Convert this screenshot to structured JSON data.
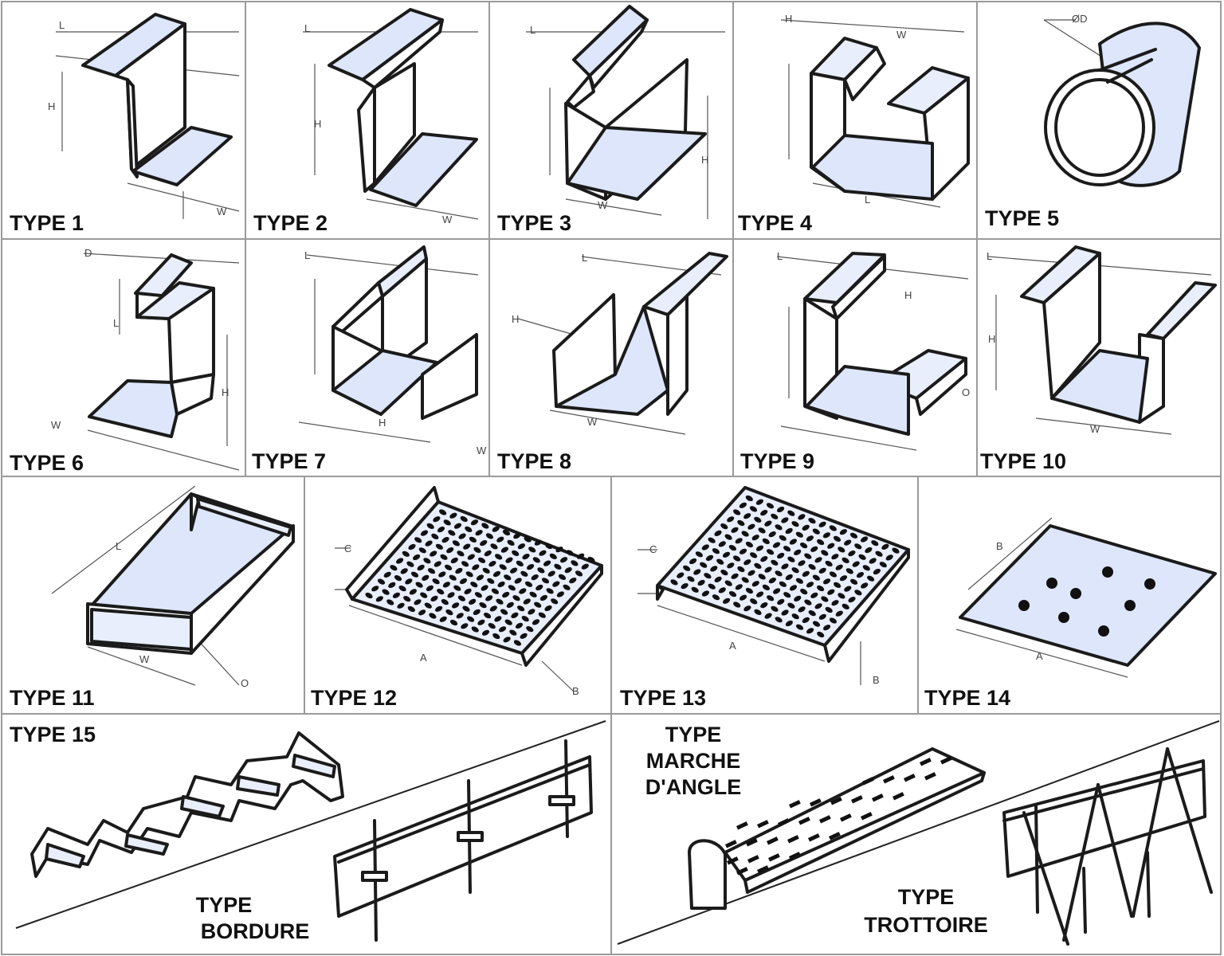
{
  "types": [
    {
      "id": "type-1",
      "label": "TYPE 1"
    },
    {
      "id": "type-2",
      "label": "TYPE 2"
    },
    {
      "id": "type-3",
      "label": "TYPE 3"
    },
    {
      "id": "type-4",
      "label": "TYPE 4"
    },
    {
      "id": "type-5",
      "label": "TYPE 5"
    },
    {
      "id": "type-6",
      "label": "TYPE 6"
    },
    {
      "id": "type-7",
      "label": "TYPE 7"
    },
    {
      "id": "type-8",
      "label": "TYPE 8"
    },
    {
      "id": "type-9",
      "label": "TYPE 9"
    },
    {
      "id": "type-10",
      "label": "TYPE 10"
    },
    {
      "id": "type-11",
      "label": "TYPE 11"
    },
    {
      "id": "type-12",
      "label": "TYPE 12"
    },
    {
      "id": "type-13",
      "label": "TYPE 13"
    },
    {
      "id": "type-14",
      "label": "TYPE 14"
    },
    {
      "id": "type-15",
      "label": "TYPE 15"
    }
  ],
  "special": {
    "bordure": [
      "TYPE",
      "BORDURE"
    ],
    "marche": [
      "TYPE",
      "MARCHE",
      "D'ANGLE"
    ],
    "trottoire": [
      "TYPE",
      "TROTTOIRE"
    ]
  },
  "dims": {
    "L": "L",
    "H": "H",
    "W": "W",
    "D": "D",
    "A": "A",
    "B": "B",
    "C": "C",
    "O": "O",
    "diam": "ØD"
  },
  "colors": {
    "panel": "#dde6fb",
    "line": "#1b1b1b",
    "grid": "#9a9a9a"
  }
}
